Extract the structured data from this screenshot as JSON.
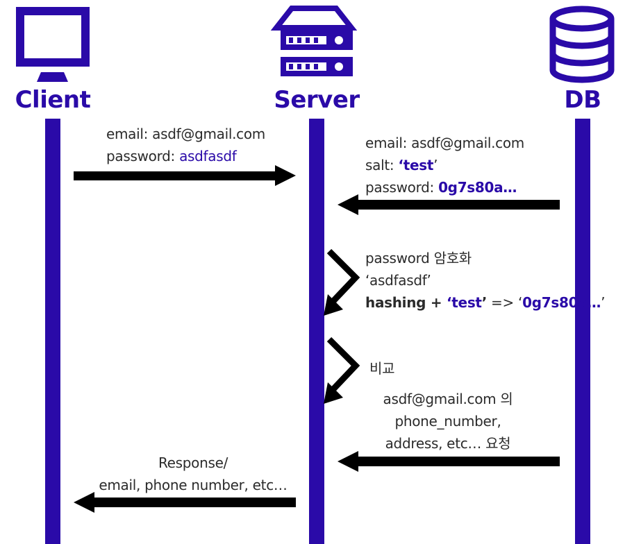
{
  "colors": {
    "accent": "#2a0aa8",
    "arrow": "#000000",
    "text": "#2b2b2b"
  },
  "actors": {
    "client": {
      "label": "Client",
      "icon": "monitor-icon"
    },
    "server": {
      "label": "Server",
      "icon": "server-rack-icon"
    },
    "db": {
      "label": "DB",
      "icon": "database-icon"
    }
  },
  "messages": {
    "m1": {
      "l1_k": "email: ",
      "l1_v": "asdf@gmail.com",
      "l2_k": "password: ",
      "l2_v": "asdfasdf"
    },
    "m2": {
      "l1": "email: asdf@gmail.com",
      "l2_k": "salt: ",
      "l2_q1": "‘",
      "l2_v": "test",
      "l2_q2": "’",
      "l3_k": "password: ",
      "l3_v": "0g7s80a…"
    },
    "m3": {
      "l1": "password 암호화",
      "l2": "‘asdfasdf’",
      "l3_a": "hashing + ",
      "l3_q1": "‘",
      "l3_v1": "test",
      "l3_q2": "’",
      "l3_arrow": " => ",
      "l3_q3": "‘",
      "l3_v2": "0g7s80a…",
      "l3_q4": "’"
    },
    "m4": {
      "l1": "비교"
    },
    "m5": {
      "l1": "asdf@gmail.com 의",
      "l2": "phone_number,",
      "l3": "address, etc… 요청"
    },
    "m6": {
      "l1": "Response/",
      "l2": "email, phone number, etc…"
    }
  }
}
